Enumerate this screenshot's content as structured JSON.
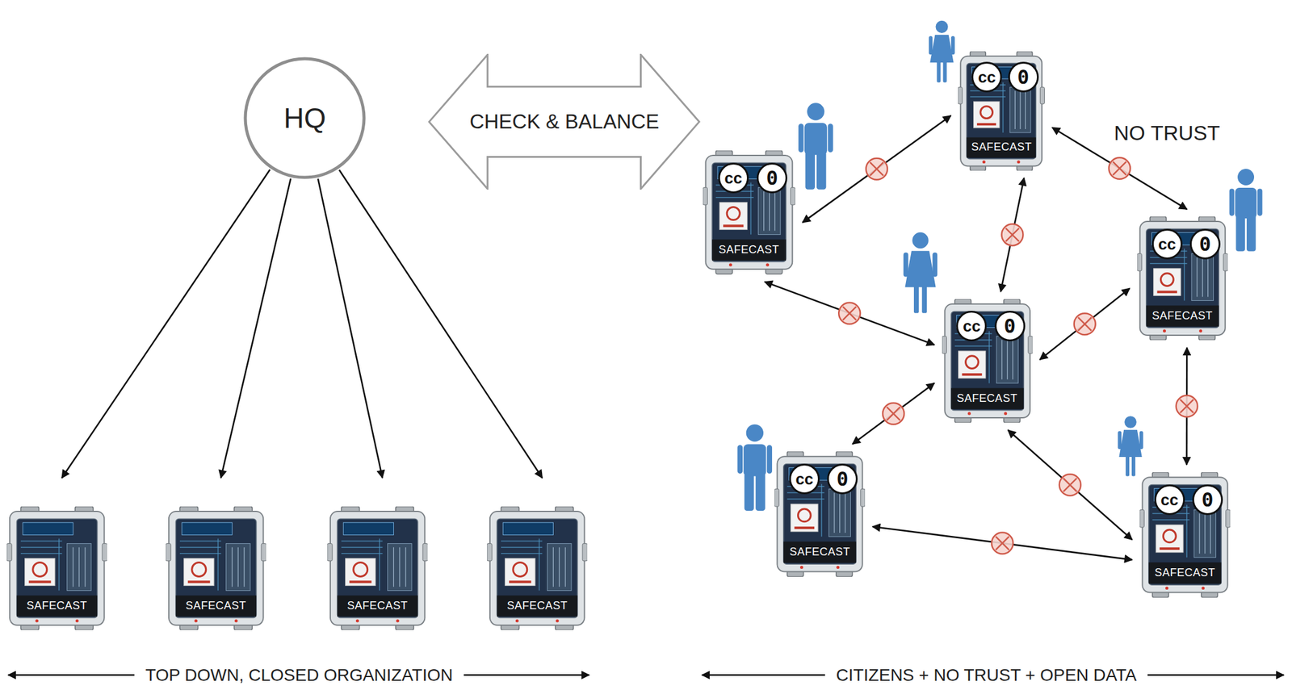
{
  "diagram": {
    "nodes": [
      {
        "text": [
          "HQ"
        ]
      },
      {
        "text": [
          "SAFECAST"
        ]
      },
      {
        "text": [
          "SAFECAST"
        ]
      },
      {
        "text": [
          "SAFECAST"
        ]
      },
      {
        "text": [
          "SAFECAST"
        ]
      },
      {
        "text": [
          "CHECK & BALANCE"
        ]
      },
      {
        "text": [
          "cc",
          "0",
          "SAFECAST"
        ]
      },
      {
        "text": [
          "cc",
          "0",
          "SAFECAST"
        ]
      },
      {
        "text": [
          "cc",
          "0",
          "SAFECAST"
        ]
      },
      {
        "text": [
          "cc",
          "0",
          "SAFECAST"
        ]
      },
      {
        "text": [
          "cc",
          "0",
          "SAFECAST"
        ]
      },
      {
        "text": [
          "cc",
          "0",
          "SAFECAST"
        ]
      }
    ],
    "edges": [
      {
        "from": 0,
        "to": 1,
        "arrow": "to"
      },
      {
        "from": 0,
        "to": 2,
        "arrow": "to"
      },
      {
        "from": 0,
        "to": 3,
        "arrow": "to"
      },
      {
        "from": 0,
        "to": 4,
        "arrow": "to"
      },
      {
        "from": 6,
        "to": 7,
        "arrow": "both"
      },
      {
        "from": 6,
        "to": 9,
        "arrow": "both"
      },
      {
        "from": 6,
        "to": 8,
        "arrow": "both"
      },
      {
        "from": 7,
        "to": 9,
        "arrow": "both"
      },
      {
        "from": 9,
        "to": 8,
        "arrow": "both"
      },
      {
        "from": 9,
        "to": 10,
        "arrow": "both"
      },
      {
        "from": 9,
        "to": 11,
        "arrow": "both"
      },
      {
        "from": 8,
        "to": 11,
        "arrow": "both"
      },
      {
        "from": 10,
        "to": 11,
        "arrow": "both"
      }
    ],
    "labels": [
      "NO TRUST",
      "TOP DOWN, CLOSED ORGANIZATION",
      "CITIZENS + NO TRUST + OPEN DATA"
    ]
  }
}
